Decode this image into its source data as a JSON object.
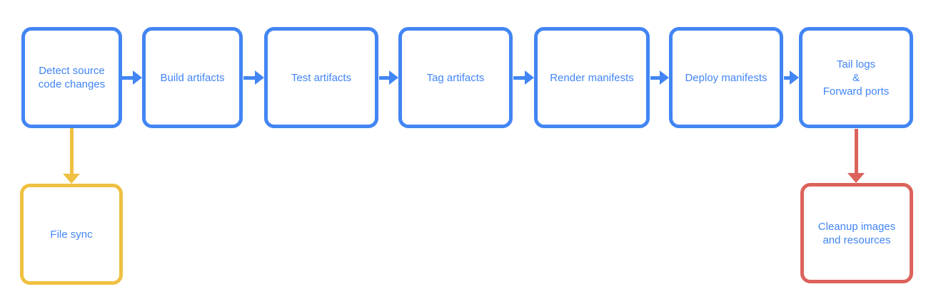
{
  "colors": {
    "primary": "#4285F4",
    "text": "#4285F4",
    "sync": "#EFC041",
    "cleanup": "#DC625C"
  },
  "nodes": [
    {
      "id": "detect-source-code-changes",
      "label": "Detect source\ncode changes",
      "color": "blue"
    },
    {
      "id": "build-artifacts",
      "label": "Build artifacts",
      "color": "blue"
    },
    {
      "id": "test-artifacts",
      "label": "Test artifacts",
      "color": "blue"
    },
    {
      "id": "tag-artifacts",
      "label": "Tag artifacts",
      "color": "blue"
    },
    {
      "id": "render-manifests",
      "label": "Render manifests",
      "color": "blue"
    },
    {
      "id": "deploy-manifests",
      "label": "Deploy manifests",
      "color": "blue"
    },
    {
      "id": "tail-logs-forward-ports",
      "label": "Tail logs\n&\nForward ports",
      "color": "blue"
    },
    {
      "id": "file-sync",
      "label": "File sync",
      "color": "yellow"
    },
    {
      "id": "cleanup-images-and-resources",
      "label": "Cleanup images\nand resources",
      "color": "red"
    }
  ],
  "edges": [
    {
      "from": "detect-source-code-changes",
      "to": "build-artifacts",
      "color": "blue",
      "direction": "right"
    },
    {
      "from": "build-artifacts",
      "to": "test-artifacts",
      "color": "blue",
      "direction": "right"
    },
    {
      "from": "test-artifacts",
      "to": "tag-artifacts",
      "color": "blue",
      "direction": "right"
    },
    {
      "from": "tag-artifacts",
      "to": "render-manifests",
      "color": "blue",
      "direction": "right"
    },
    {
      "from": "render-manifests",
      "to": "deploy-manifests",
      "color": "blue",
      "direction": "right"
    },
    {
      "from": "deploy-manifests",
      "to": "tail-logs-forward-ports",
      "color": "blue",
      "direction": "right"
    },
    {
      "from": "detect-source-code-changes",
      "to": "file-sync",
      "color": "yellow",
      "direction": "down"
    },
    {
      "from": "tail-logs-forward-ports",
      "to": "cleanup-images-and-resources",
      "color": "red",
      "direction": "down"
    }
  ]
}
